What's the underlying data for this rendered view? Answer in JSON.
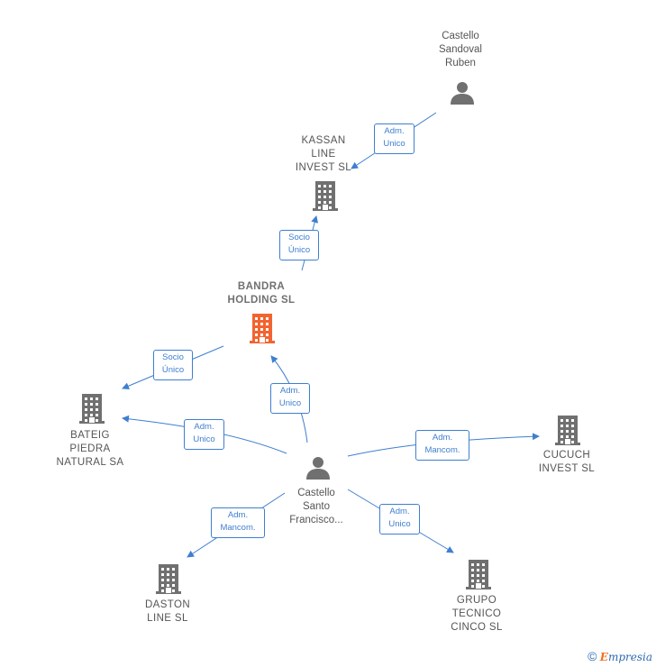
{
  "colors": {
    "edge": "#3f7fd0",
    "building": "#707070",
    "highlight": "#f26430",
    "person": "#707070"
  },
  "nodes": {
    "castello_sandoval": {
      "label": "Castello\nSandoval\nRuben",
      "icon": "person-icon"
    },
    "kassan": {
      "label": "KASSAN\nLINE\nINVEST  SL",
      "icon": "building-icon"
    },
    "bandra": {
      "label": "BANDRA\nHOLDING  SL",
      "icon": "building-icon"
    },
    "bateig": {
      "label": "BATEIG\nPIEDRA\nNATURAL SA",
      "icon": "building-icon"
    },
    "castello_santo": {
      "label": "Castello\nSanto\nFrancisco...",
      "icon": "person-icon"
    },
    "cucuch": {
      "label": "CUCUCH\nINVEST  SL",
      "icon": "building-icon"
    },
    "daston": {
      "label": "DASTON\nLINE  SL",
      "icon": "building-icon"
    },
    "grupo": {
      "label": "GRUPO\nTECNICO\nCINCO SL",
      "icon": "building-icon"
    }
  },
  "relations": {
    "sandoval_kassan": "Adm.\nUnico",
    "bandra_kassan": "Socio\nÚnico",
    "bandra_bateig": "Socio\nÚnico",
    "santo_bandra": "Adm.\nUnico",
    "santo_bateig": "Adm.\nUnico",
    "santo_cucuch": "Adm.\nMancom.",
    "santo_daston": "Adm.\nMancom.",
    "santo_grupo": "Adm.\nUnico"
  },
  "footer": {
    "copyright": "©",
    "brand_first": "E",
    "brand_rest": "mpresia"
  }
}
